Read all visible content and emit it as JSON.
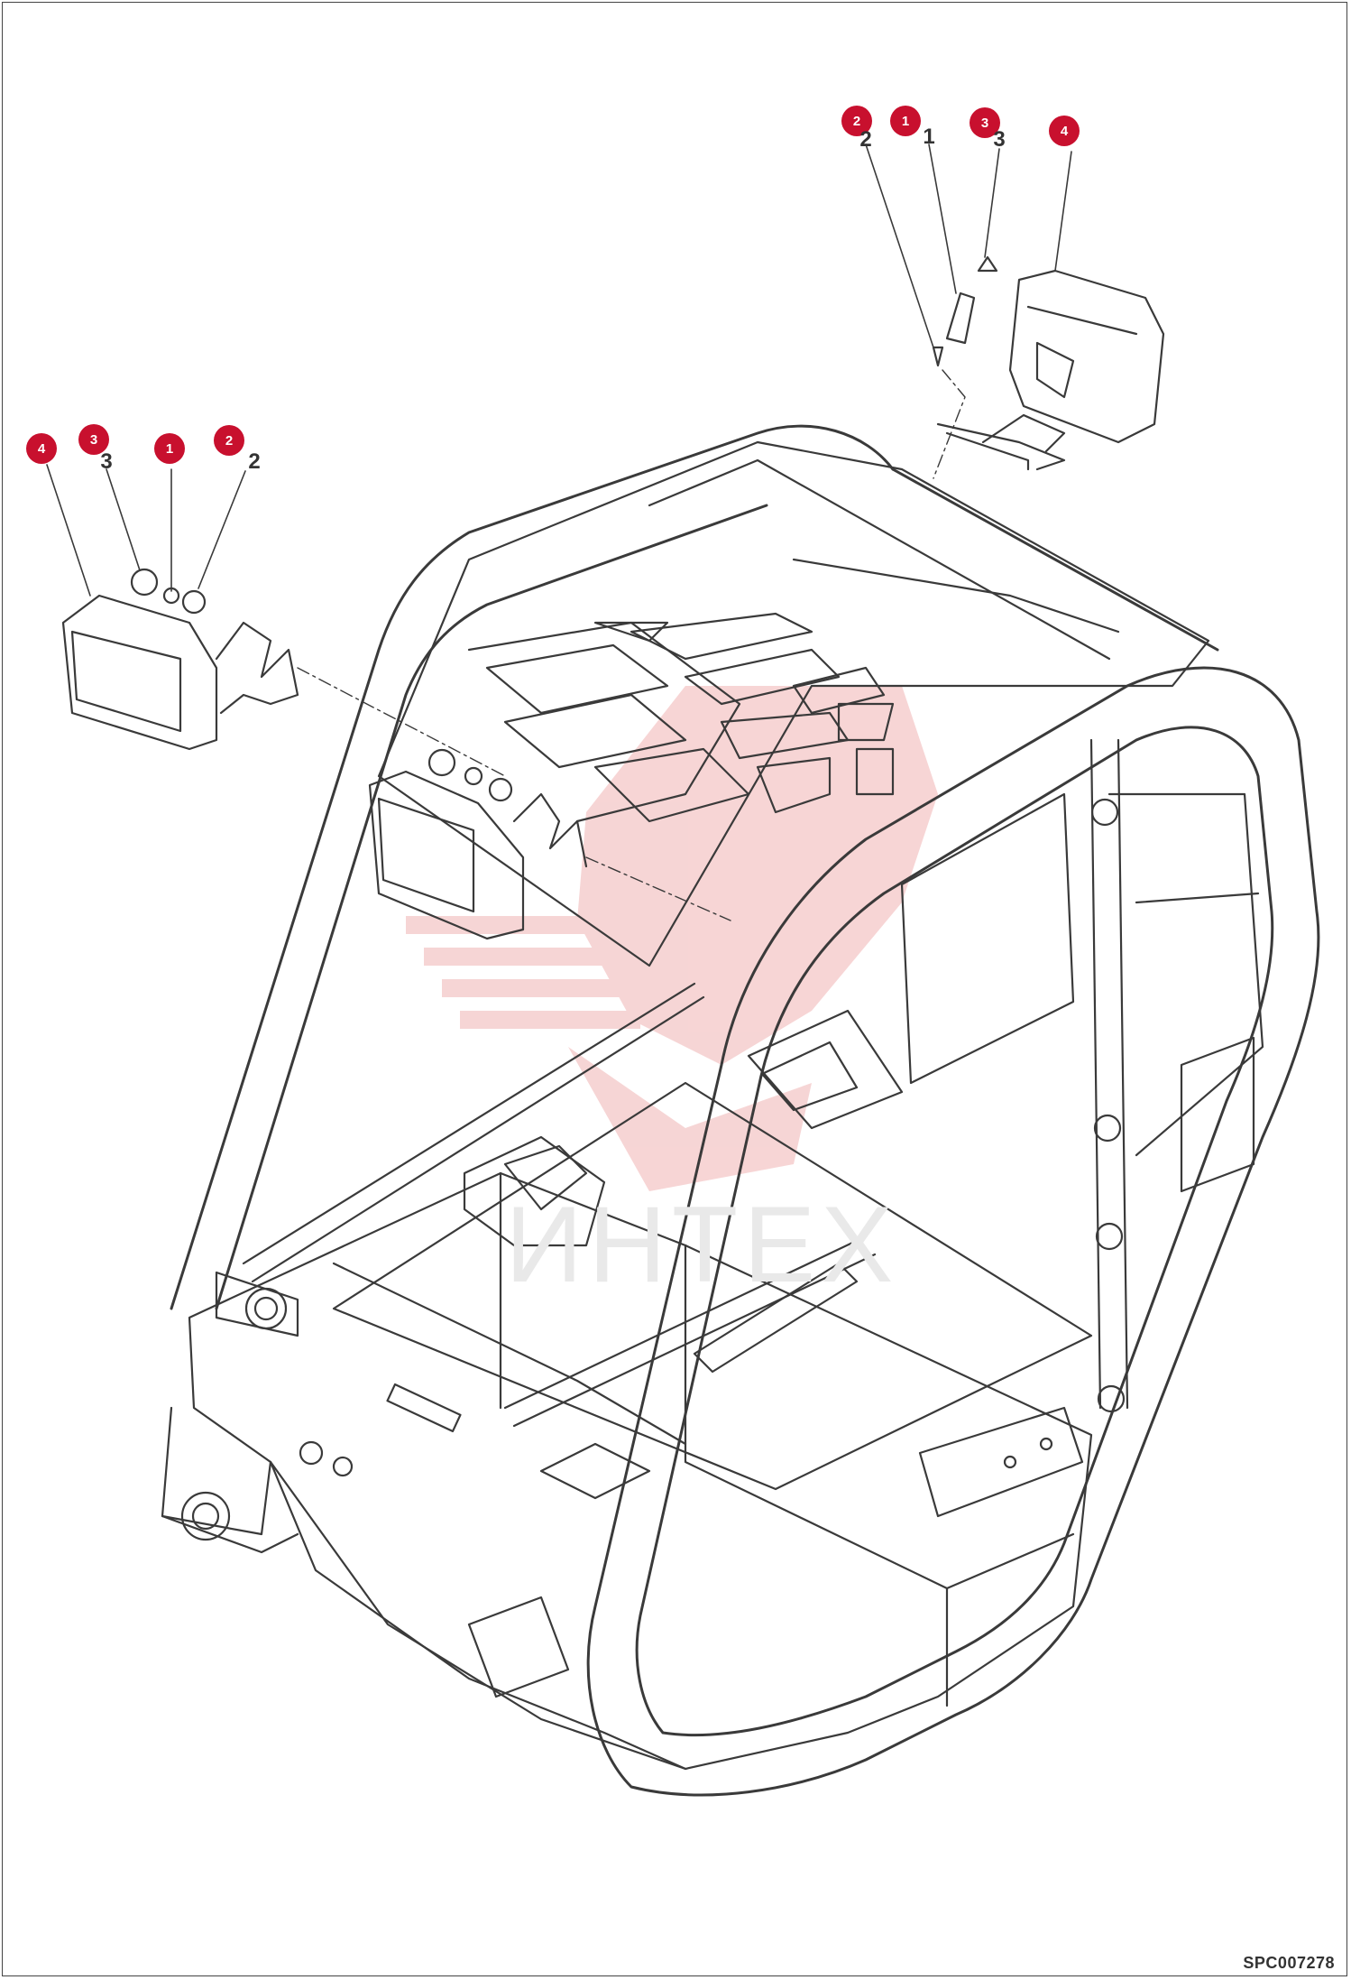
{
  "drawing_code": "SPC007278",
  "watermark_text": "ИНТЕХ",
  "callouts_left": [
    {
      "label": "4",
      "ref": ""
    },
    {
      "label": "3",
      "ref": "3"
    },
    {
      "label": "1",
      "ref": ""
    },
    {
      "label": "2",
      "ref": "2"
    }
  ],
  "callouts_right": [
    {
      "label": "2",
      "ref": "2"
    },
    {
      "label": "1",
      "ref": "1"
    },
    {
      "label": "3",
      "ref": "3"
    },
    {
      "label": "4",
      "ref": ""
    }
  ],
  "colors": {
    "callout": "#c8102e",
    "line": "#3a3a3a",
    "watermark": "#f4c7c7"
  }
}
